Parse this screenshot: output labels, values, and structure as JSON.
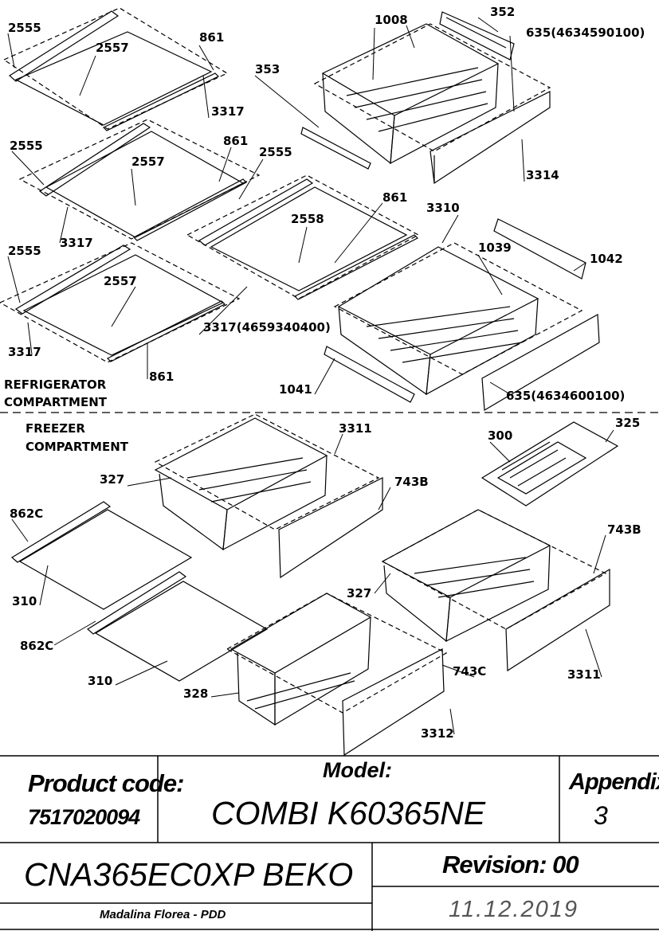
{
  "sections": {
    "refrigerator_line1": "REFRIGERATOR",
    "refrigerator_line2": "COMPARTMENT",
    "freezer_line1": "FREEZER",
    "freezer_line2": "COMPARTMENT"
  },
  "part_labels": {
    "p2555_a": "2555",
    "p2557_a": "2557",
    "p861_a": "861",
    "p3317_a": "3317",
    "p1008": "1008",
    "p352": "352",
    "p635_a": "635(4634590100)",
    "p353": "353",
    "p3314": "3314",
    "p2555_b": "2555",
    "p2557_b": "2557",
    "p861_b": "861",
    "p3317_b": "3317",
    "p2555_c": "2555",
    "p2558": "2558",
    "p861_c": "861",
    "p3310": "3310",
    "p1039": "1039",
    "p1042": "1042",
    "p2555_d": "2555",
    "p2557_c": "2557",
    "p3317_c": "3317",
    "p861_d": "861",
    "p3317_num": "3317(4659340400)",
    "p1041": "1041",
    "p635_b": "635(4634600100)",
    "p3311_a": "3311",
    "p300": "300",
    "p325": "325",
    "p327_a": "327",
    "p743B_a": "743B",
    "p862C_a": "862C",
    "p310_a": "310",
    "p743B_b": "743B",
    "p327_b": "327",
    "p862C_b": "862C",
    "p310_b": "310",
    "p3311_b": "3311",
    "p743C": "743C",
    "p328": "328",
    "p3312": "3312"
  },
  "title_block": {
    "product_code_label": "Product code:",
    "product_code": "7517020094",
    "model_label": "Model:",
    "model": "COMBI K60365NE",
    "appendix_label": "Appendix:",
    "appendix": "3",
    "product_name": "CNA365EC0XP BEKO",
    "revision": "Revision: 00",
    "author": "Madalina Florea - PDD",
    "date": "11.12.2019"
  }
}
